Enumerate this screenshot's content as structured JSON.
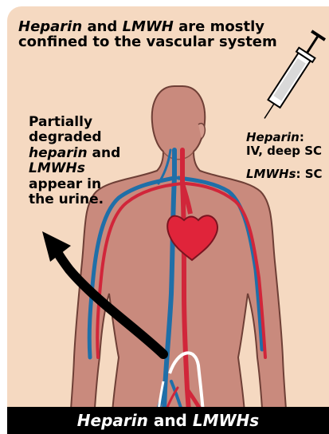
{
  "header": {
    "t1": "Heparin",
    "t2": " and ",
    "t3": "LMWH",
    "t4": " are  mostly",
    "t5": "confined to the  vascular system"
  },
  "left_note": {
    "l1": "Partially",
    "l2": "degraded",
    "l3": "heparin",
    "l4": " and",
    "l5": "LMWHs",
    "l6": "appear in",
    "l7": "the urine."
  },
  "routes": {
    "heparin_name": "Heparin",
    "heparin_colon": ":",
    "heparin_route": "IV, deep SC",
    "lmwh_name": "LMWHs",
    "lmwh_route": ": SC"
  },
  "footer": {
    "f1": "Heparin",
    "f2": " and ",
    "f3": "LMWHs"
  },
  "colors": {
    "background": "#f5d9c1",
    "body": "#c98a7d",
    "artery": "#d1263a",
    "vein": "#1f6fa8",
    "heart": "#e0243a",
    "footer": "#000000"
  }
}
